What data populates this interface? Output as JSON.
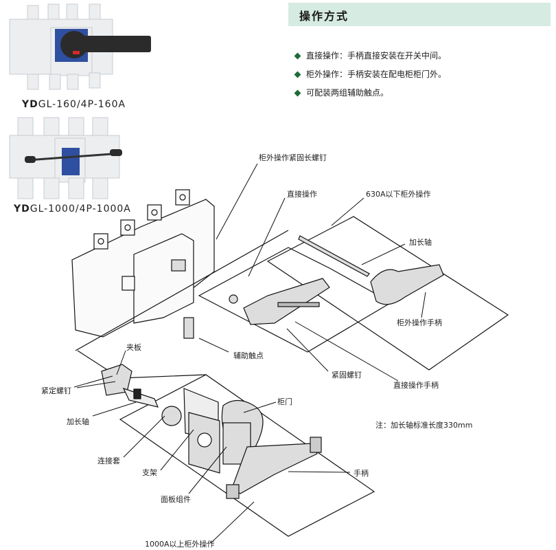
{
  "section": {
    "title": "操作方式",
    "bullets": [
      "直接操作：手柄直接安装在开关中间。",
      "柜外操作：手柄安装在配电柜柜门外。",
      "可配装两组辅助触点。"
    ]
  },
  "products": [
    {
      "model_prefix": "YD",
      "model_rest": "GL-160/4P-160A",
      "handle_color": "#2a2a2a",
      "panel_color": "#2f4fa0"
    },
    {
      "model_prefix": "YD",
      "model_rest": "GL-1000/4P-1000A",
      "handle_color": "#2a2a2a",
      "panel_color": "#2f4fa0"
    }
  ],
  "diagram": {
    "labels": {
      "long_screw": "柜外操作紧固长螺钉",
      "direct_op": "直接操作",
      "below_630": "630A以下柜外操作",
      "ext_shaft_top": "加长轴",
      "outside_handle": "柜外操作手柄",
      "aux_contact": "辅助触点",
      "clamp_plate": "夹板",
      "set_screw": "紧定螺钉",
      "fix_screw": "紧固螺钉",
      "direct_handle": "直接操作手柄",
      "ext_shaft_left": "加长轴",
      "cabinet_door": "柜门",
      "note": "注：加长轴标准长度330mm",
      "coupling": "连接套",
      "bracket": "支架",
      "handle": "手柄",
      "panel_assembly": "面板组件",
      "above_1000": "1000A以上柜外操作"
    }
  }
}
